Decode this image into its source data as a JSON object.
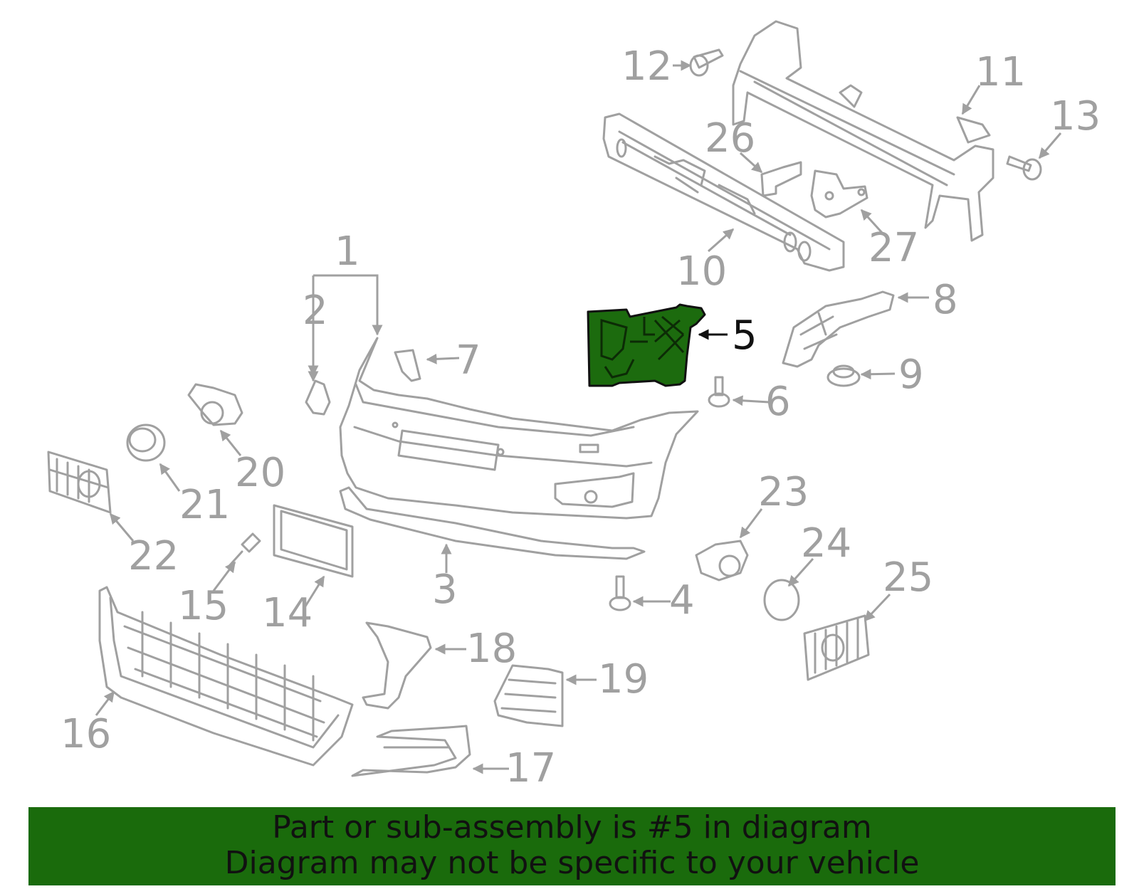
{
  "callouts": [
    "1",
    "2",
    "3",
    "4",
    "5",
    "6",
    "7",
    "8",
    "9",
    "10",
    "11",
    "12",
    "13",
    "14",
    "15",
    "16",
    "17",
    "18",
    "19",
    "20",
    "21",
    "22",
    "23",
    "24",
    "25",
    "26",
    "27"
  ],
  "highlighted_part": "5",
  "banner": {
    "line1": "Part or sub-assembly is #5 in diagram",
    "line2": "Diagram may not be specific to your vehicle"
  },
  "colors": {
    "highlight": "#1c6b0e",
    "banner": "#1a6b0c",
    "line_art": "#a0a0a0",
    "highlight_text": "#111111"
  }
}
